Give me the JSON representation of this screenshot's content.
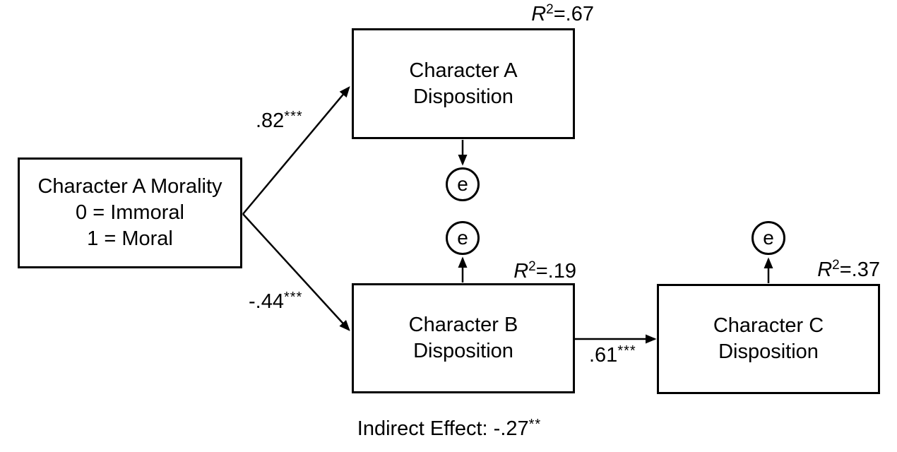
{
  "figure": {
    "background_color": "#ffffff",
    "line_color": "#000000",
    "type": "path-model-mediation-diagram"
  },
  "labels": {
    "r_symbol": "R",
    "r_exponent": "2",
    "error_term": "e"
  },
  "boxes": {
    "predictor": {
      "lines": [
        "Character A Morality",
        "0 = Immoral",
        "1 = Moral"
      ]
    },
    "mediator_a": {
      "lines": [
        "Character A",
        "Disposition"
      ],
      "r2_value": "=.67"
    },
    "mediator_b": {
      "lines": [
        "Character B",
        "Disposition"
      ],
      "r2_value": "=.19"
    },
    "outcome_c": {
      "lines": [
        "Character C",
        "Disposition"
      ],
      "r2_value": "=.37"
    }
  },
  "paths": {
    "morality_to_disp_a": {
      "value": ".82",
      "sig": "***"
    },
    "morality_to_disp_b": {
      "value": "-.44",
      "sig": "***"
    },
    "disp_b_to_disp_c": {
      "value": ".61",
      "sig": "***"
    }
  },
  "footer": {
    "label": "Indirect Effect: ",
    "value": "-.27",
    "sig": "**"
  }
}
